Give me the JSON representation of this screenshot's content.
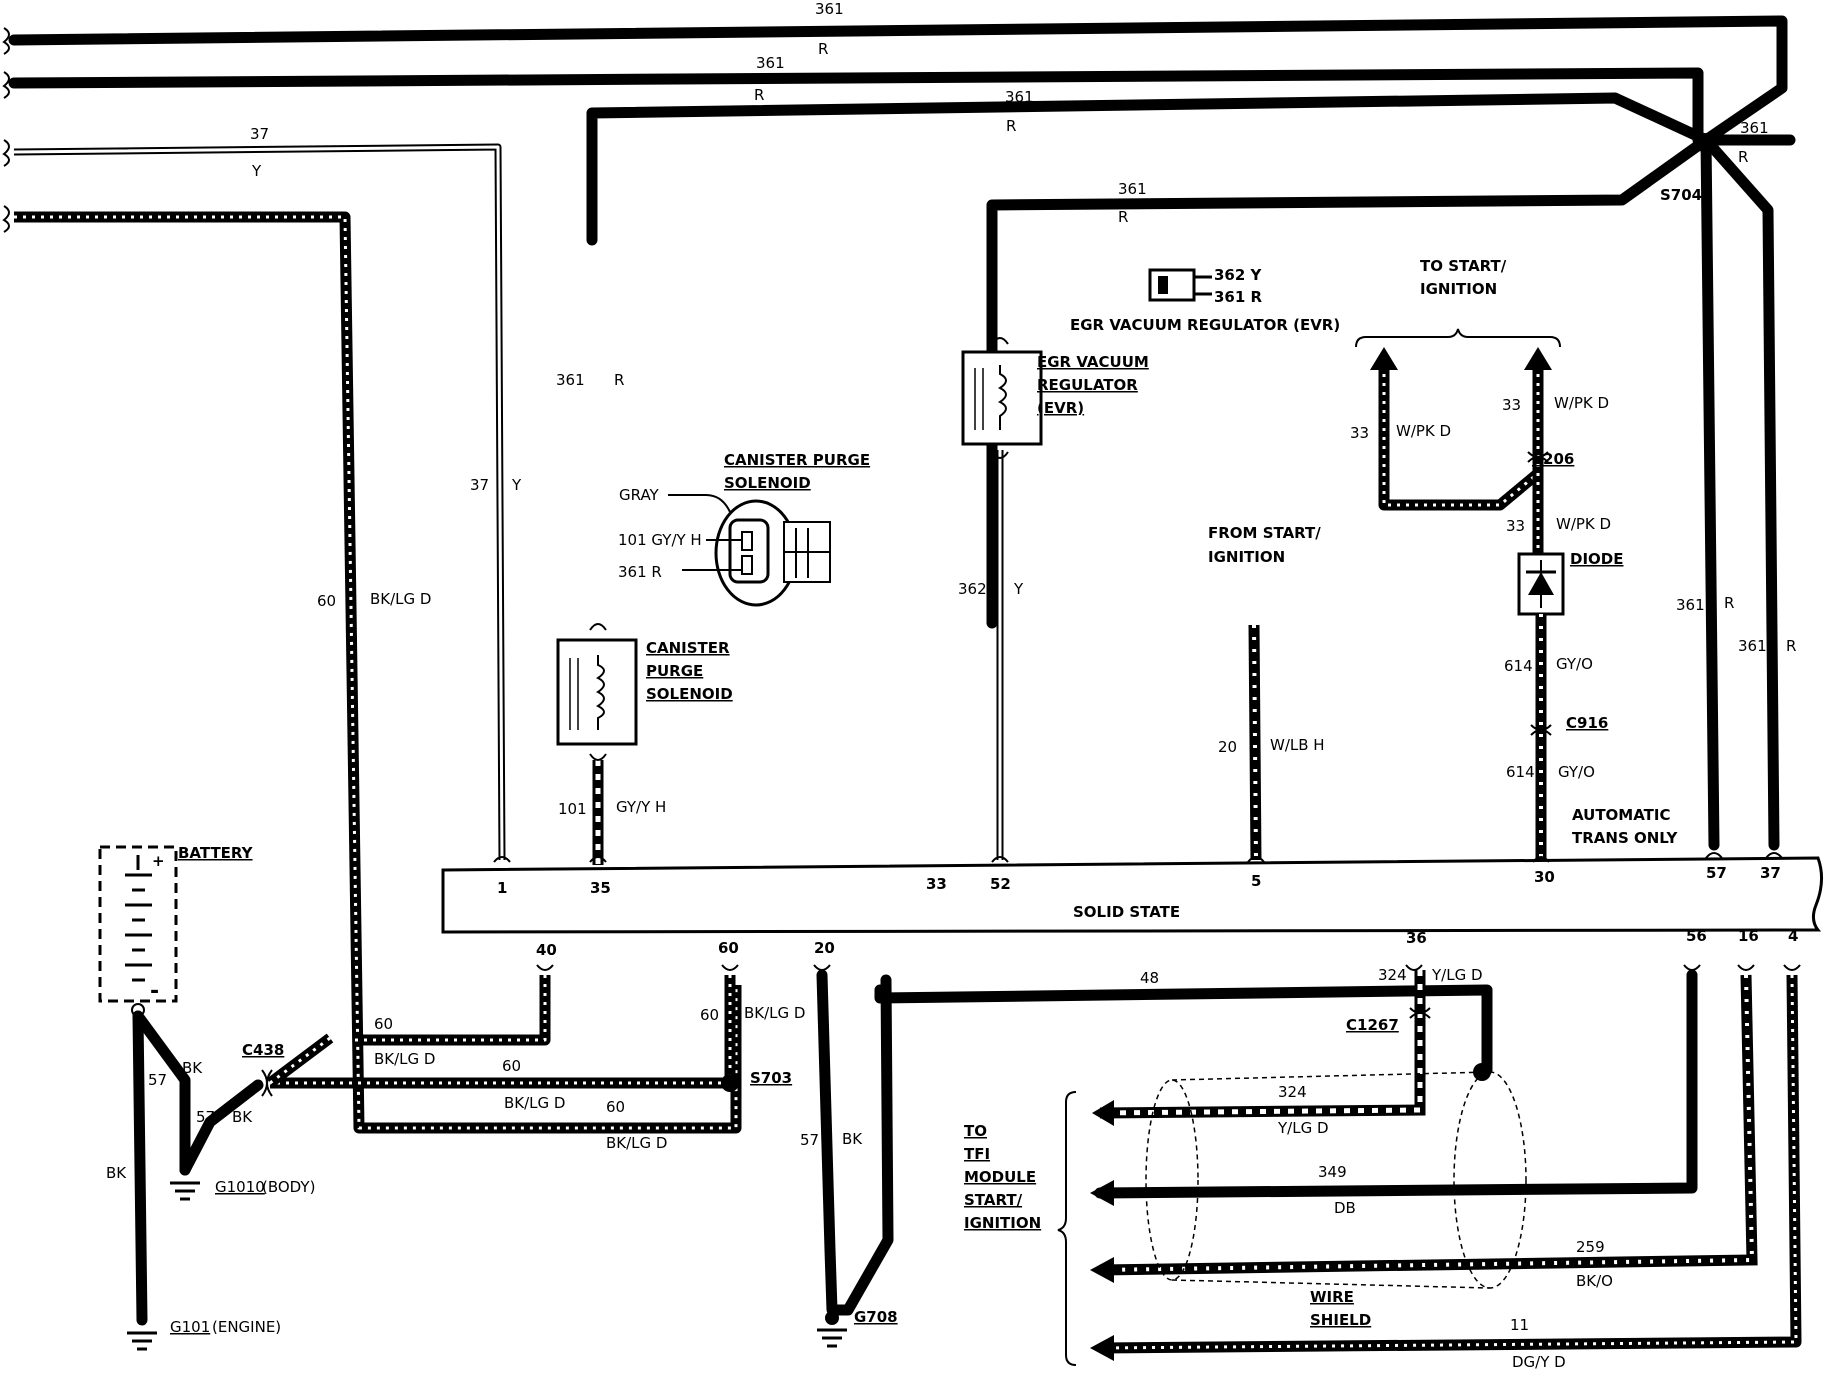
{
  "wires": {
    "w361_top": "361",
    "r_top": "R",
    "w361_second": "361",
    "r_second": "R",
    "w361_third": "361",
    "r_third": "R",
    "w361_evr": "361",
    "r_evr": "R",
    "w361_right": "361",
    "r_right": "R",
    "w37_top": "37",
    "y_top": "Y",
    "w361_canister": "361",
    "r_canister": "R",
    "w37_vert": "37",
    "y_vert": "Y",
    "w60_vert": "60",
    "bklgd_vert": "BK/LG D",
    "w362_vert": "362",
    "y_362": "Y",
    "w101_vert": "101",
    "gyyh_vert": "GY/Y H",
    "w20_vert": "20",
    "wlbh_vert": "W/LB H",
    "w33_left": "33",
    "wpkd_left": "W/PK D",
    "w33_right": "33",
    "wpkd_right": "W/PK D",
    "w33_mid": "33",
    "wpkd_mid": "W/PK D",
    "w614_a": "614",
    "gyo_a": "GY/O",
    "w614_b": "614",
    "gyo_b": "GY/O",
    "w361_v1": "361",
    "r_v1": "R",
    "w361_v2": "361",
    "r_v2": "R",
    "w57_bk": "57",
    "bk_57": "BK",
    "w57_bk2": "57",
    "bk_57b": "BK",
    "bk_ground": "BK",
    "w60_a": "60",
    "bklgd_a": "BK/LG D",
    "w60_b": "60",
    "bklgd_b": "BK/LG D",
    "w60_c": "60",
    "bklgd_c": "BK/LG D",
    "w60_d": "60",
    "bklgd_d": "BK/LG D",
    "w57_g708": "57",
    "bk_g708": "BK",
    "w48": "48",
    "w324_a": "324",
    "ylgd_a": "Y/LG D",
    "w324_b": "324",
    "ylgd_b": "Y/LG D",
    "w349": "349",
    "db_349": "DB",
    "w259": "259",
    "bko_259": "BK/O",
    "w11": "11",
    "dgyd_11": "DG/Y D"
  },
  "components": {
    "canister_title_1": "CANISTER PURGE",
    "canister_title_2": "SOLENOID",
    "canister_gray": "GRAY",
    "canister_pin_101": "101 GY/Y H",
    "canister_pin_361": "361 R",
    "canister_box_1": "CANISTER",
    "canister_box_2": "PURGE",
    "canister_box_3": "SOLENOID",
    "evr_pin_362": "362 Y",
    "evr_pin_361": "361 R",
    "evr_title": "EGR VACUUM REGULATOR (EVR)",
    "evr_box_1": "EGR VACUUM",
    "evr_box_2": "REGULATOR",
    "evr_box_3": "(EVR)",
    "to_start_1": "TO START/",
    "to_start_2": "IGNITION",
    "from_start_1": "FROM START/",
    "from_start_2": "IGNITION",
    "diode": "DIODE",
    "automatic_1": "AUTOMATIC",
    "automatic_2": "TRANS ONLY",
    "battery": "BATTERY",
    "battery_plus": "+",
    "battery_minus": "-",
    "solid_state": "SOLID STATE",
    "tfi_1": "TO",
    "tfi_2": "TFI",
    "tfi_3": "MODULE",
    "tfi_4": "START/",
    "tfi_5": "IGNITION",
    "wire_shield_1": "WIRE",
    "wire_shield_2": "SHIELD"
  },
  "connectors": {
    "s704": "S704",
    "c206": "C206",
    "c916": "C916",
    "c438": "C438",
    "s703": "S703",
    "c1267": "C1267",
    "g1010": "G1010",
    "g1010_note": "(BODY)",
    "g101": "G101",
    "g101_note": "(ENGINE)",
    "g708": "G708"
  },
  "pins_top": [
    "1",
    "35",
    "33",
    "52",
    "5",
    "30",
    "57",
    "37"
  ],
  "pins_bottom": [
    "40",
    "60",
    "20",
    "36",
    "56",
    "16",
    "4"
  ]
}
